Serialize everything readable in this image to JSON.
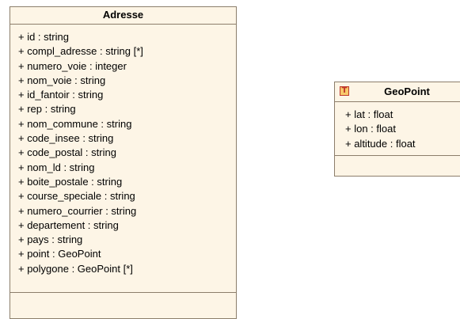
{
  "classes": {
    "adresse": {
      "name": "Adresse",
      "attributes": [
        "+ id : string",
        "+ compl_adresse : string [*]",
        "+ numero_voie : integer",
        "+ nom_voie : string",
        "+ id_fantoir : string",
        "+ rep : string",
        "+ nom_commune : string",
        "+ code_insee : string",
        "+ code_postal : string",
        "+ nom_ld : string",
        "+ boite_postale : string",
        "+ course_speciale : string",
        "+ numero_courrier : string",
        "+ departement : string",
        "+ pays : string",
        "+ point : GeoPoint",
        "+ polygone : GeoPoint [*]"
      ]
    },
    "geopoint": {
      "name": "GeoPoint",
      "type_icon": "T",
      "attributes": [
        "+ lat : float",
        "+ lon : float",
        "+ altitude : float"
      ]
    }
  },
  "colors": {
    "class_fill": "#fdf5e6",
    "class_border": "#8c7e6b",
    "icon_fill": "#f8c96b",
    "icon_border": "#c0392b"
  },
  "icons": {
    "geopoint_type": "datatype-icon"
  }
}
